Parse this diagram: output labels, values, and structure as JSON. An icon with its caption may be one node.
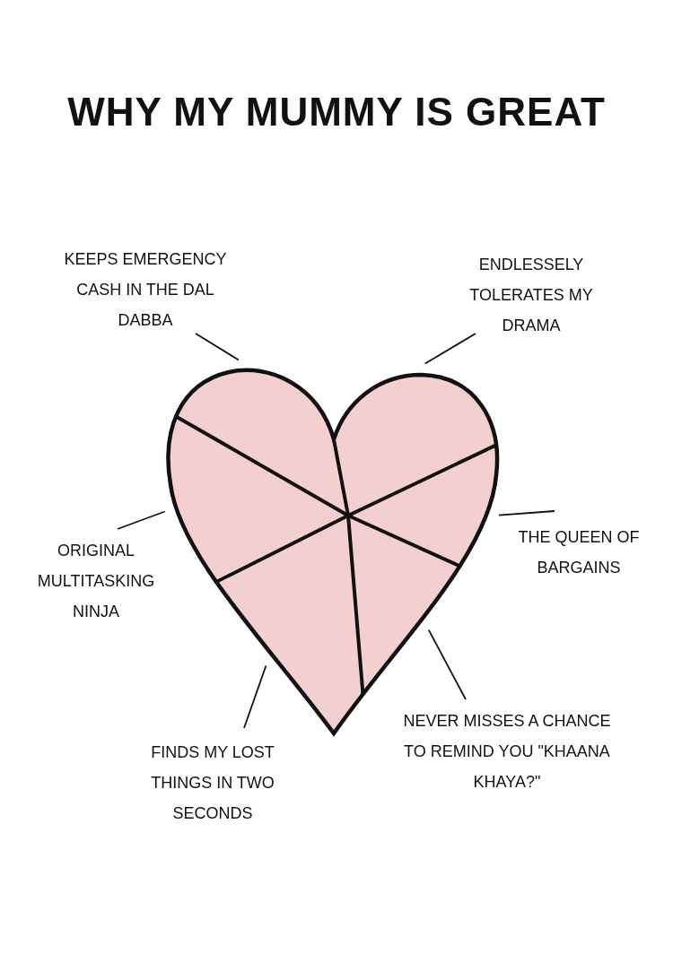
{
  "diagram": {
    "title": "WHY MY MUMMY IS GREAT",
    "nodes": [
      {
        "text": [
          "KEEPS EMERGENCY CASH IN THE DAL DABBA"
        ]
      },
      {
        "text": [
          "ENDLESSELY TOLERATES MY DRAMA"
        ]
      },
      {
        "text": [
          "ORIGINAL MULTITASKING NINJA"
        ]
      },
      {
        "text": [
          "THE QUEEN OF BARGAINS"
        ]
      },
      {
        "text": [
          "FINDS MY LOST THINGS IN TWO SECONDS"
        ]
      },
      {
        "text": [
          "NEVER MISSES A CHANCE TO REMIND YOU \"KHAANA KHAYA?\""
        ]
      },
      {
        "text": [],
        "shape": "heart"
      },
      {
        "text": [],
        "shape": "slice",
        "in": 6
      },
      {
        "text": [],
        "shape": "slice",
        "in": 6
      },
      {
        "text": [],
        "shape": "slice",
        "in": 6
      },
      {
        "text": [],
        "shape": "slice",
        "in": 6
      },
      {
        "text": [],
        "shape": "slice",
        "in": 6
      },
      {
        "text": [],
        "shape": "slice",
        "in": 6
      }
    ],
    "edges": [
      {
        "from": 0,
        "to": 7,
        "arrow": "none"
      },
      {
        "from": 1,
        "to": 8,
        "arrow": "none"
      },
      {
        "from": 2,
        "to": 9,
        "arrow": "none"
      },
      {
        "from": 3,
        "to": 10,
        "arrow": "none"
      },
      {
        "from": 4,
        "to": 11,
        "arrow": "none"
      },
      {
        "from": 5,
        "to": 12,
        "arrow": "none"
      }
    ]
  }
}
